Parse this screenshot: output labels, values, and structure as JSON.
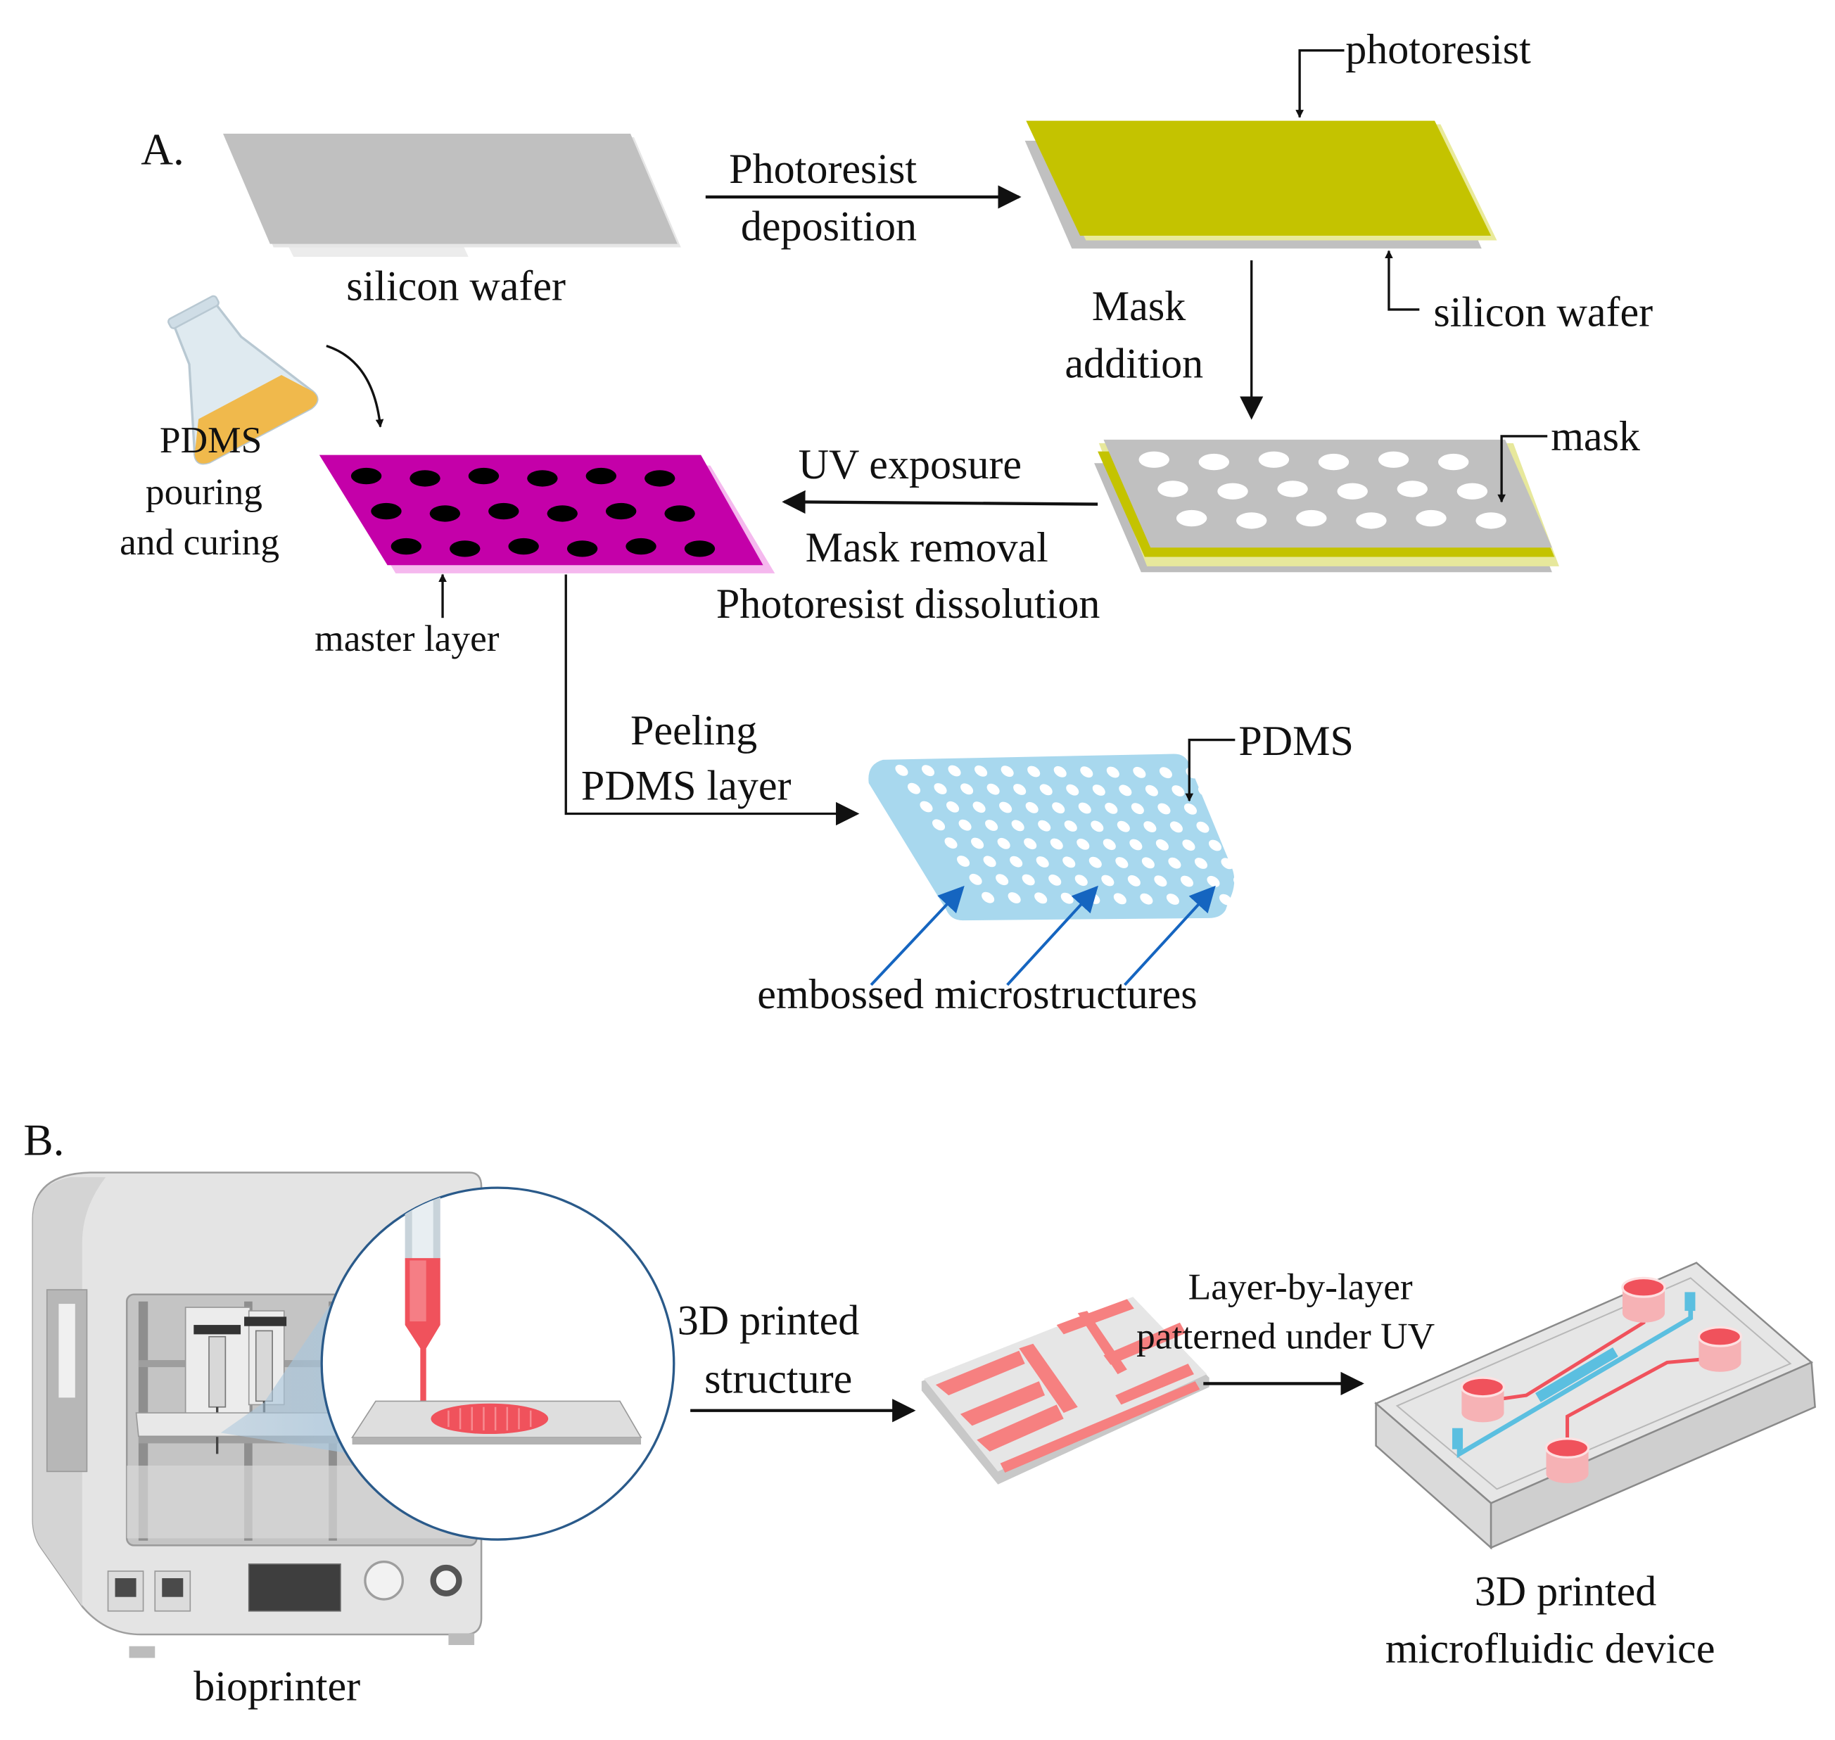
{
  "figure": {
    "panel_a": {
      "label": "A.",
      "silicon_wafer_label": "silicon wafer",
      "step_photoresist_deposition": [
        "Photoresist",
        "deposition"
      ],
      "photoresist_callout": "photoresist",
      "silicon_wafer_callout": "silicon wafer",
      "step_mask_addition": [
        "Mask",
        "addition"
      ],
      "mask_callout": "mask",
      "step_uv_exposure": "UV exposure",
      "step_mask_removal": "Mask removal",
      "step_photoresist_dissolution": "Photoresist dissolution",
      "pdms_pouring_label": [
        "PDMS",
        "pouring",
        "and curing"
      ],
      "master_layer_callout": "master layer",
      "step_peeling": [
        "Peeling",
        "PDMS layer"
      ],
      "pdms_callout": "PDMS",
      "embossed_label": "embossed microstructures",
      "master_layer_hole_grid": {
        "rows": 3,
        "cols": 6
      },
      "mask_hole_grid": {
        "rows": 3,
        "cols": 6
      },
      "pdms_well_grid": {
        "rows": 8,
        "cols": 12
      },
      "colors": {
        "silicon_wafer": "#c0c0c0",
        "photoresist": "#c4c300",
        "master_layer": "#c400a9",
        "master_layer_edge": "#f5b8ee",
        "pdms": "#a8d8ee",
        "embossed_arrow": "#1565c0"
      }
    },
    "panel_b": {
      "label": "B.",
      "bioprinter_label": "bioprinter",
      "step_3d_printed_structure": [
        "3D printed",
        "structure"
      ],
      "step_layer_by_layer": [
        "Layer-by-layer",
        "patterned under UV"
      ],
      "device_label": [
        "3D printed",
        "microfluidic device"
      ],
      "colors": {
        "bioink": "#f0525c",
        "printed_pattern": "#f68080",
        "blue_channel": "#5bbfe0",
        "zoom_circle": "#2a5a8a"
      }
    }
  }
}
